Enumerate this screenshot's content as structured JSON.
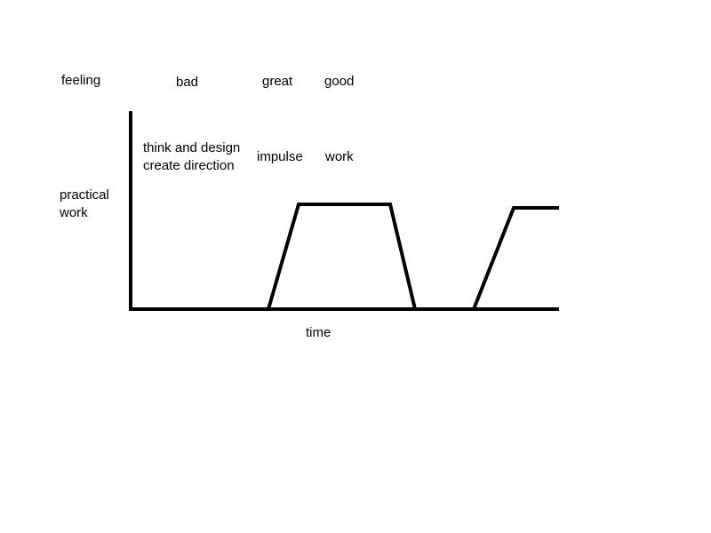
{
  "labels": {
    "feeling": "feeling",
    "bad": "bad",
    "great": "great",
    "good": "good",
    "think_design_line1": "think and design",
    "think_design_line2": "create direction",
    "impulse": "impulse",
    "work_phase": "work",
    "y_axis_line1": "practical",
    "y_axis_line2": "work",
    "x_axis": "time"
  },
  "colors": {
    "stroke": "#000000",
    "background": "#ffffff"
  }
}
